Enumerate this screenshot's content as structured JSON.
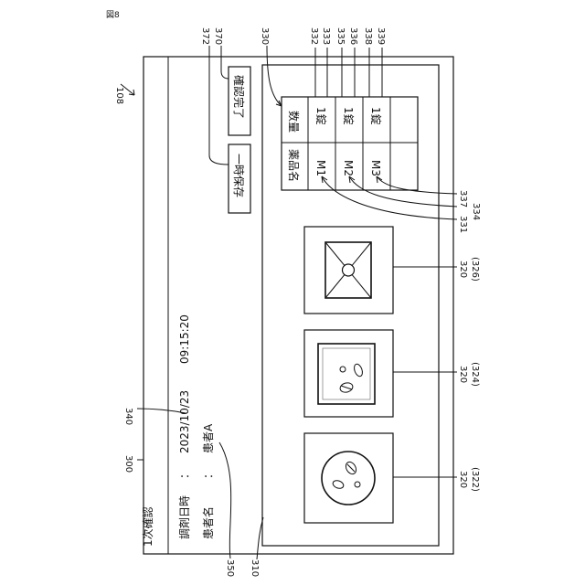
{
  "figure_label": "図8",
  "screen": {
    "title": "1次確認",
    "dispense_label": "調剤日時",
    "dispense_sep": "：",
    "dispense_date": "2023/10/23",
    "dispense_time": "09:15:20",
    "patient_label": "患者名",
    "patient_sep": "：",
    "patient_value": "患者A",
    "confirm_button": "確認完了",
    "save_button": "一時保存",
    "table": {
      "header_name": "薬品名",
      "header_qty": "数量",
      "rows": [
        {
          "name": "M1",
          "qty": "1錠"
        },
        {
          "name": "M2",
          "qty": "1錠"
        },
        {
          "name": "M3",
          "qty": "1錠"
        }
      ]
    }
  },
  "refs": {
    "device": "108",
    "screen": "300",
    "pane": "310",
    "table": "330",
    "save_btn": "372",
    "confirm_btn": "370",
    "col_332": "332",
    "col_333": "333",
    "col_335": "335",
    "col_336": "336",
    "col_338": "338",
    "col_339": "339",
    "r331": "331",
    "r334": "334",
    "r337": "337",
    "datetime": "340",
    "patient": "350",
    "img_top": "320",
    "img_top_sub": "(326)",
    "img_mid": "320",
    "img_mid_sub": "(324)",
    "img_bot": "320",
    "img_bot_sub": "(322)"
  }
}
